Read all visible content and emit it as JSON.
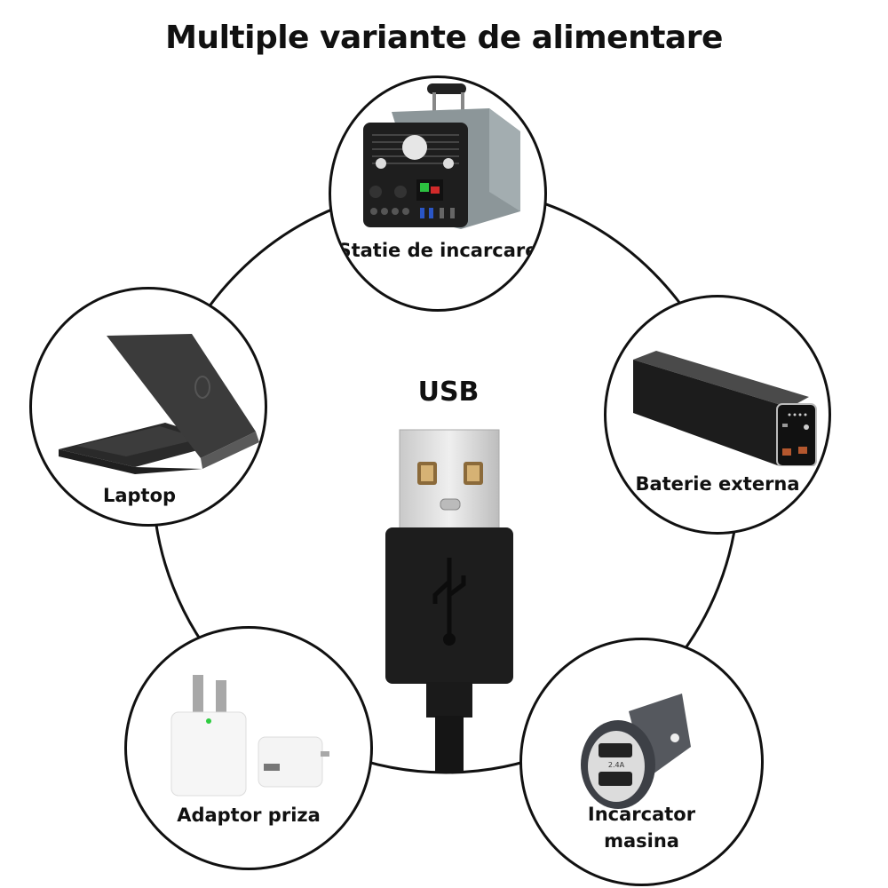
{
  "title": "Multiple variante de alimentare",
  "center": {
    "label": "USB",
    "icon": "usb-plug-icon"
  },
  "nodes": [
    {
      "id": "statie",
      "label": "Statie de incarcare",
      "icon": "power-station-icon"
    },
    {
      "id": "laptop",
      "label": "Laptop",
      "icon": "laptop-icon"
    },
    {
      "id": "baterie",
      "label": "Baterie externa",
      "icon": "power-bank-icon"
    },
    {
      "id": "adaptor",
      "label": "Adaptor priza",
      "icon": "wall-adapter-icon"
    },
    {
      "id": "incarcator",
      "label_line1": "Incarcator",
      "label_line2": "masina",
      "icon": "car-charger-icon"
    }
  ],
  "car_charger_marking": "2.4A",
  "colors": {
    "stroke": "#111111",
    "background": "#ffffff"
  }
}
